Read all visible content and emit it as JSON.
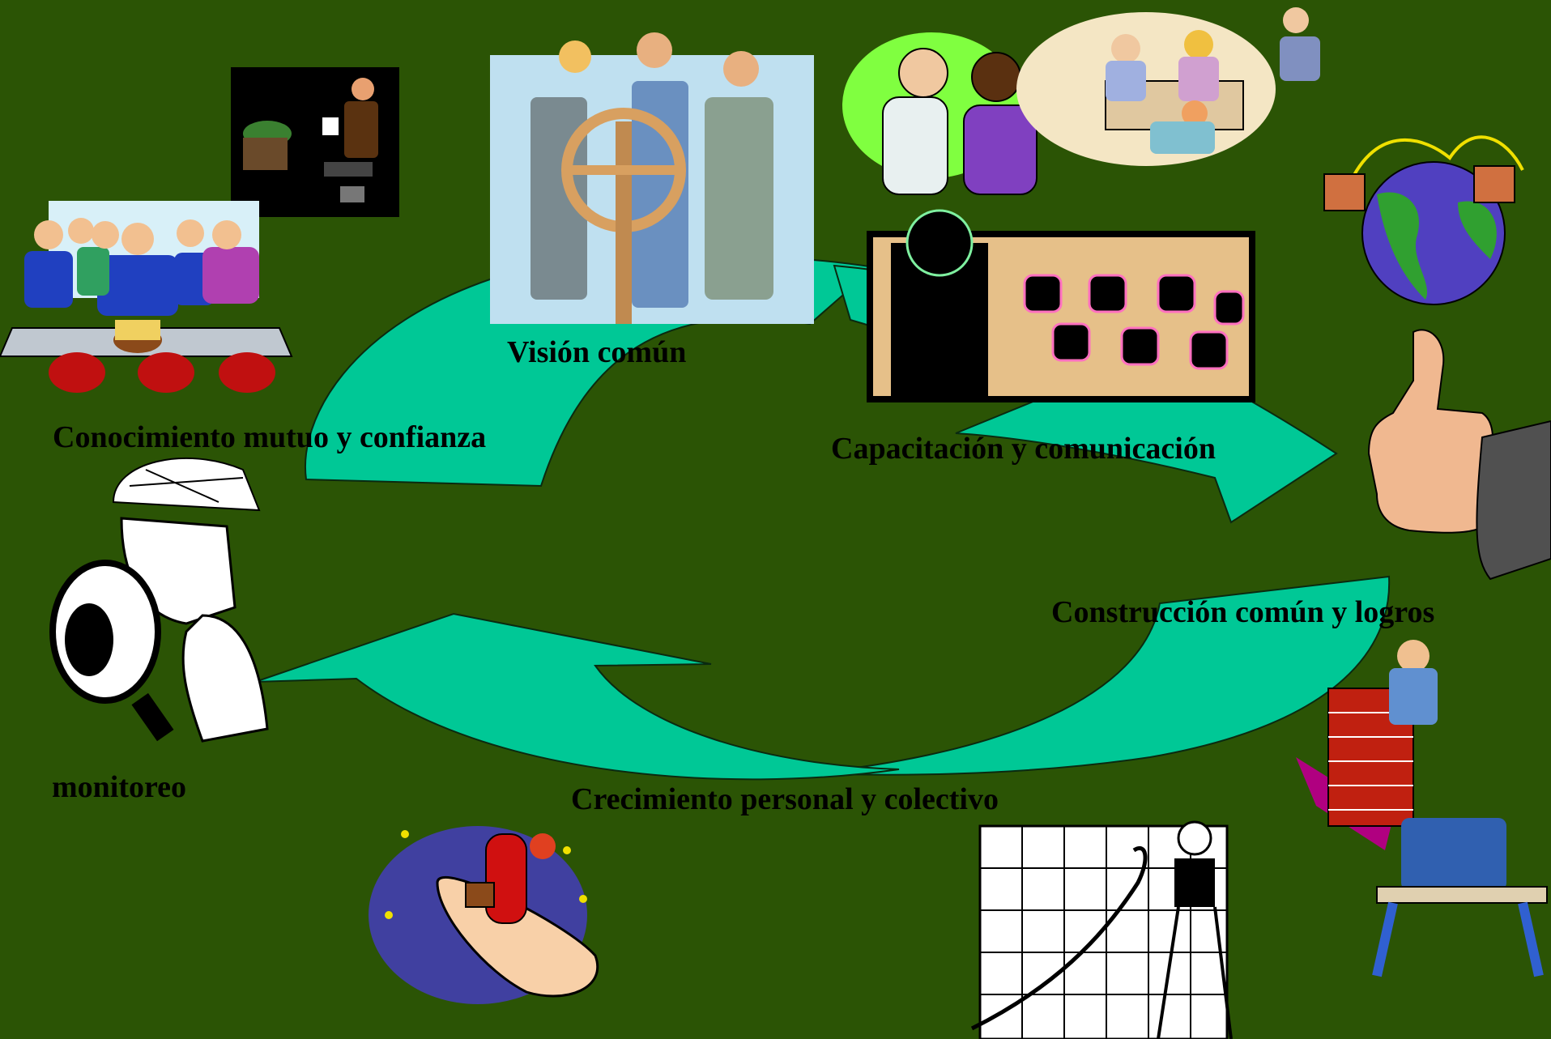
{
  "slide": {
    "background": "#2b5405",
    "arrow_color": "#00c896",
    "labels": {
      "vision": "Visión común",
      "trust": "Conocimiento mutuo y confianza",
      "training": "Capacitación y comunicación",
      "construction": "Construcción común y logros",
      "growth": "Crecimiento personal y colectivo",
      "monitoring": "monitoreo"
    },
    "clipart": [
      "meeting-icon",
      "birthday-party-icon",
      "vision-helm-icon",
      "doctor-patient-icon",
      "business-meeting-icon",
      "globe-network-icon",
      "lecture-icon",
      "thumbs-up-icon",
      "detective-magnifier-icon",
      "bricklayer-icon",
      "rocket-ride-icon",
      "growth-chart-icon"
    ]
  }
}
